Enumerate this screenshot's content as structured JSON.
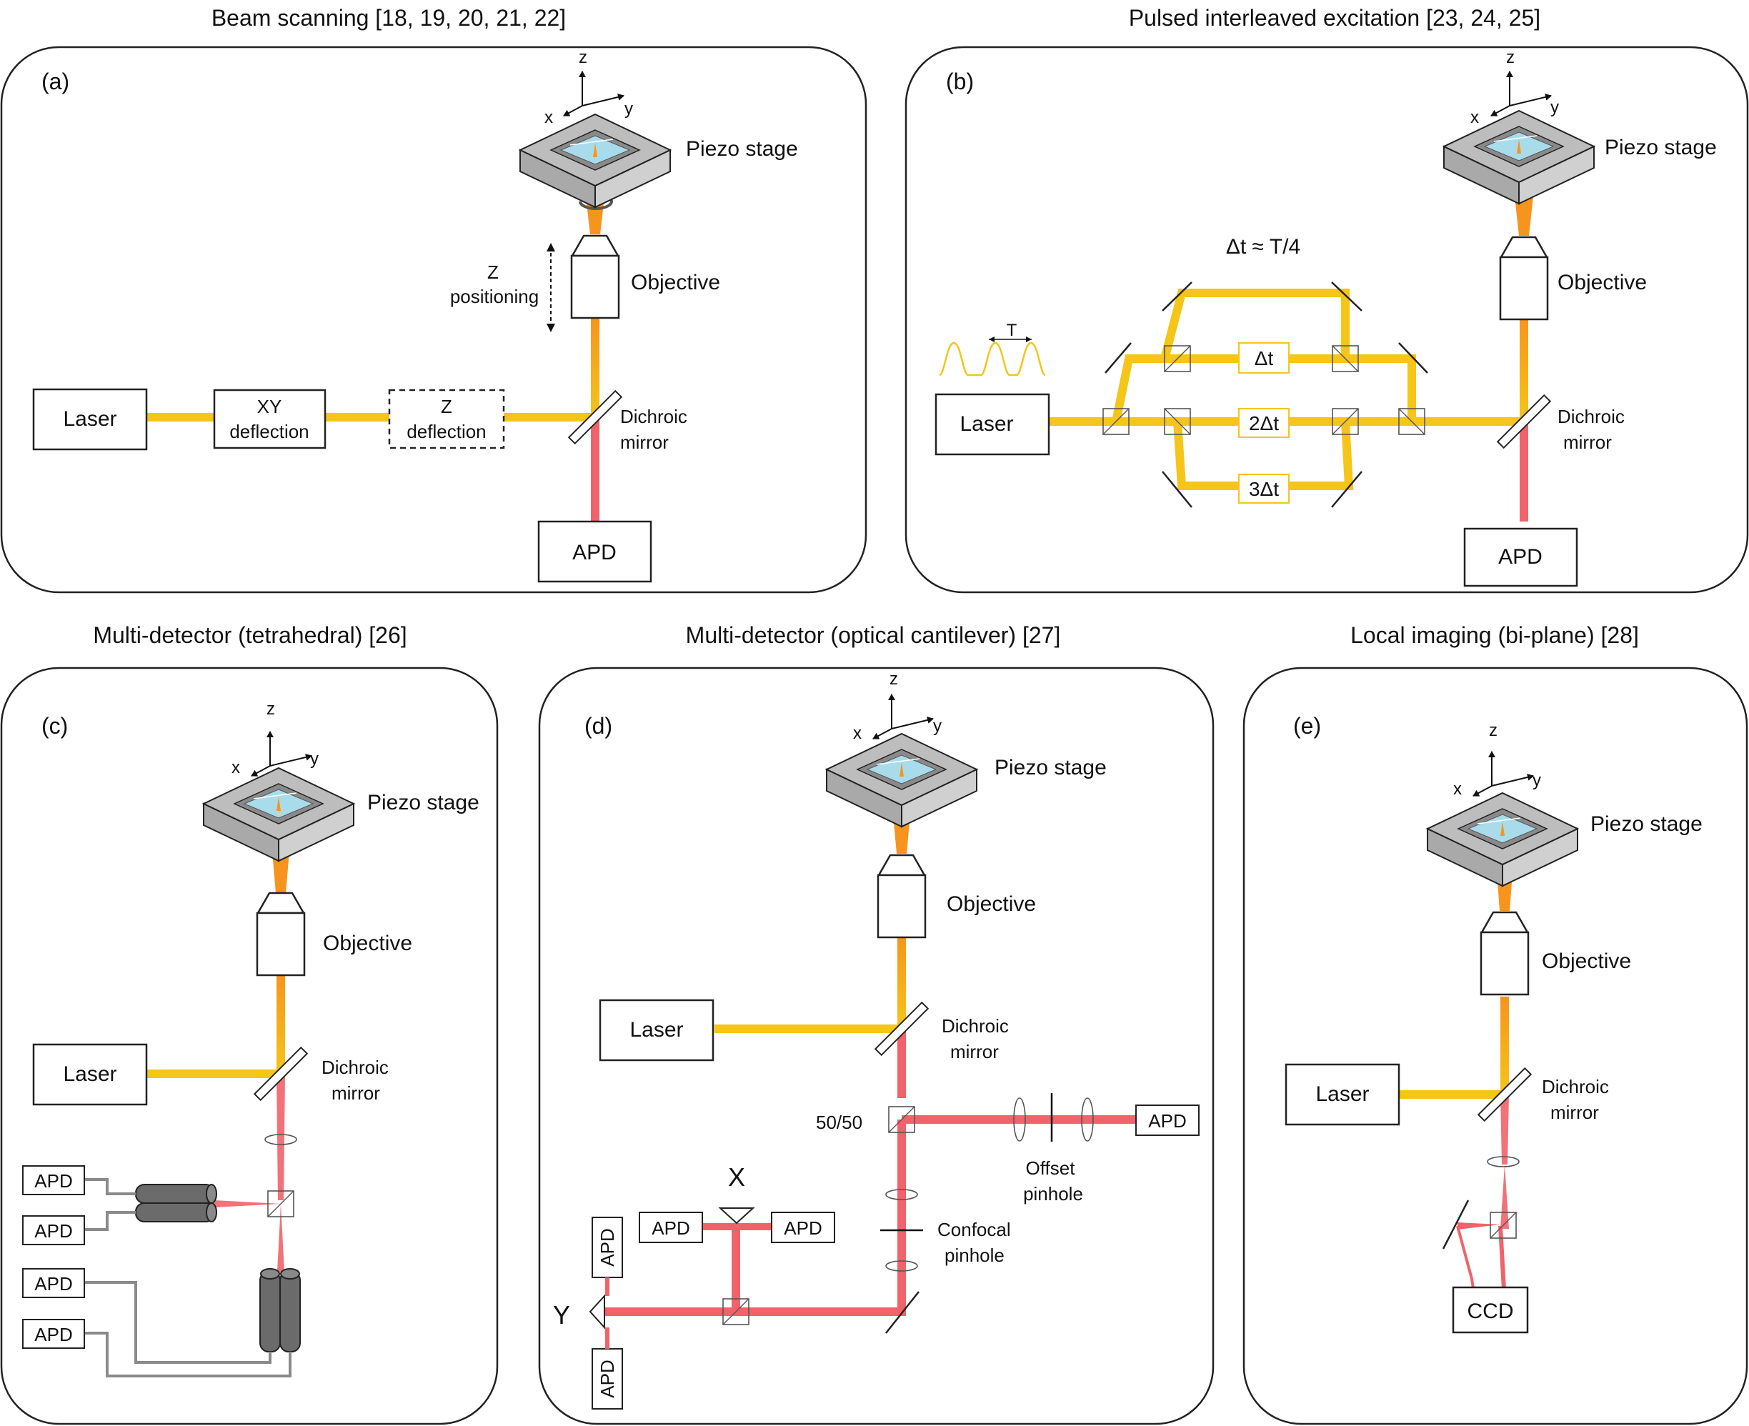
{
  "colors": {
    "excitation": "#F5C518",
    "mixed": "#F7A21B",
    "emission": "#F0636A",
    "outline": "#222222",
    "cable": "#8a8a8a",
    "fiber": "#6b6b6b",
    "sample": "#A9DCEB"
  },
  "axes": {
    "x": "x",
    "y": "y",
    "z": "z"
  },
  "panels": {
    "a": {
      "title": "Beam scanning [18, 19, 20, 21, 22]",
      "tag": "(a)",
      "piezo": "Piezo stage",
      "objective": "Objective",
      "laser": "Laser",
      "xy_line1": "XY",
      "xy_line2": "deflection",
      "z_line1": "Z",
      "z_line2": "deflection",
      "zpos_line1": "Z",
      "zpos_line2": "positioning",
      "dichroic_line1": "Dichroic",
      "dichroic_line2": "mirror",
      "detector": "APD"
    },
    "b": {
      "title": "Pulsed interleaved excitation [23, 24, 25]",
      "tag": "(b)",
      "piezo": "Piezo stage",
      "objective": "Objective",
      "laser": "Laser",
      "dichroic_line1": "Dichroic",
      "dichroic_line2": "mirror",
      "detector": "APD",
      "period": "T",
      "relation": "Δt ≈ T/4",
      "delay1": "Δt",
      "delay2": "2Δt",
      "delay3": "3Δt"
    },
    "c": {
      "title": "Multi-detector (tetrahedral) [26]",
      "tag": "(c)",
      "piezo": "Piezo stage",
      "objective": "Objective",
      "laser": "Laser",
      "dichroic_line1": "Dichroic",
      "dichroic_line2": "mirror",
      "apd1": "APD",
      "apd2": "APD",
      "apd3": "APD",
      "apd4": "APD"
    },
    "d": {
      "title": "Multi-detector (optical cantilever) [27]",
      "tag": "(d)",
      "piezo": "Piezo stage",
      "objective": "Objective",
      "laser": "Laser",
      "dichroic_line1": "Dichroic",
      "dichroic_line2": "mirror",
      "splitter": "50/50",
      "offset_line1": "Offset",
      "offset_line2": "pinhole",
      "confocal_line1": "Confocal",
      "confocal_line2": "pinhole",
      "x_label": "X",
      "y_label": "Y",
      "apd_offset": "APD",
      "apd_x_left": "APD",
      "apd_x_right": "APD",
      "apd_y_top": "APD",
      "apd_y_bottom": "APD"
    },
    "e": {
      "title": "Local imaging (bi-plane) [28]",
      "tag": "(e)",
      "piezo": "Piezo stage",
      "objective": "Objective",
      "laser": "Laser",
      "dichroic_line1": "Dichroic",
      "dichroic_line2": "mirror",
      "camera": "CCD"
    }
  }
}
